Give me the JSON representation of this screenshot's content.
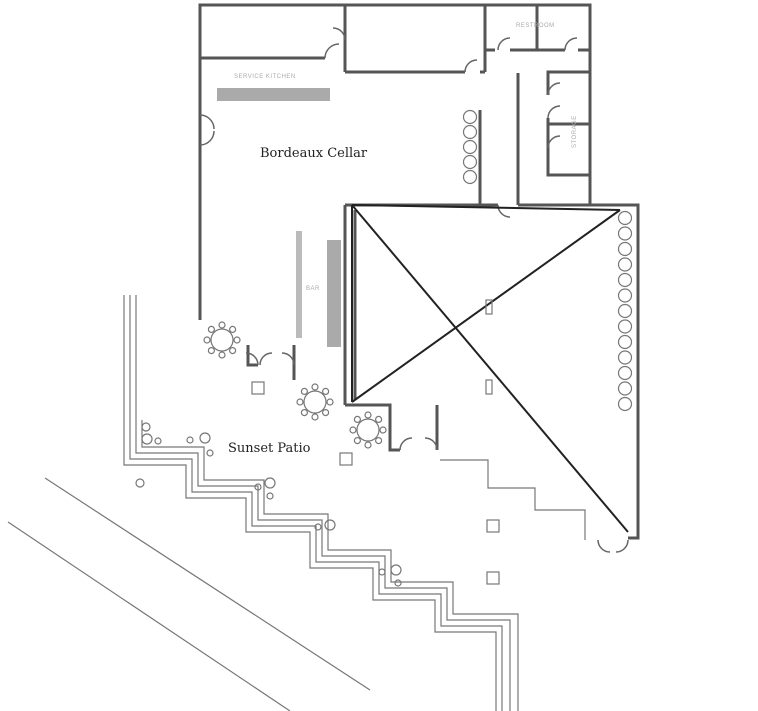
{
  "rooms": {
    "bordeaux_cellar": "Bordeaux Cellar",
    "sunset_patio": "Sunset Patio"
  },
  "small_labels": {
    "restroom": "RESTROOM",
    "kitchen": "SERVICE KITCHEN",
    "bar": "BAR",
    "storage": "STORAGE"
  }
}
